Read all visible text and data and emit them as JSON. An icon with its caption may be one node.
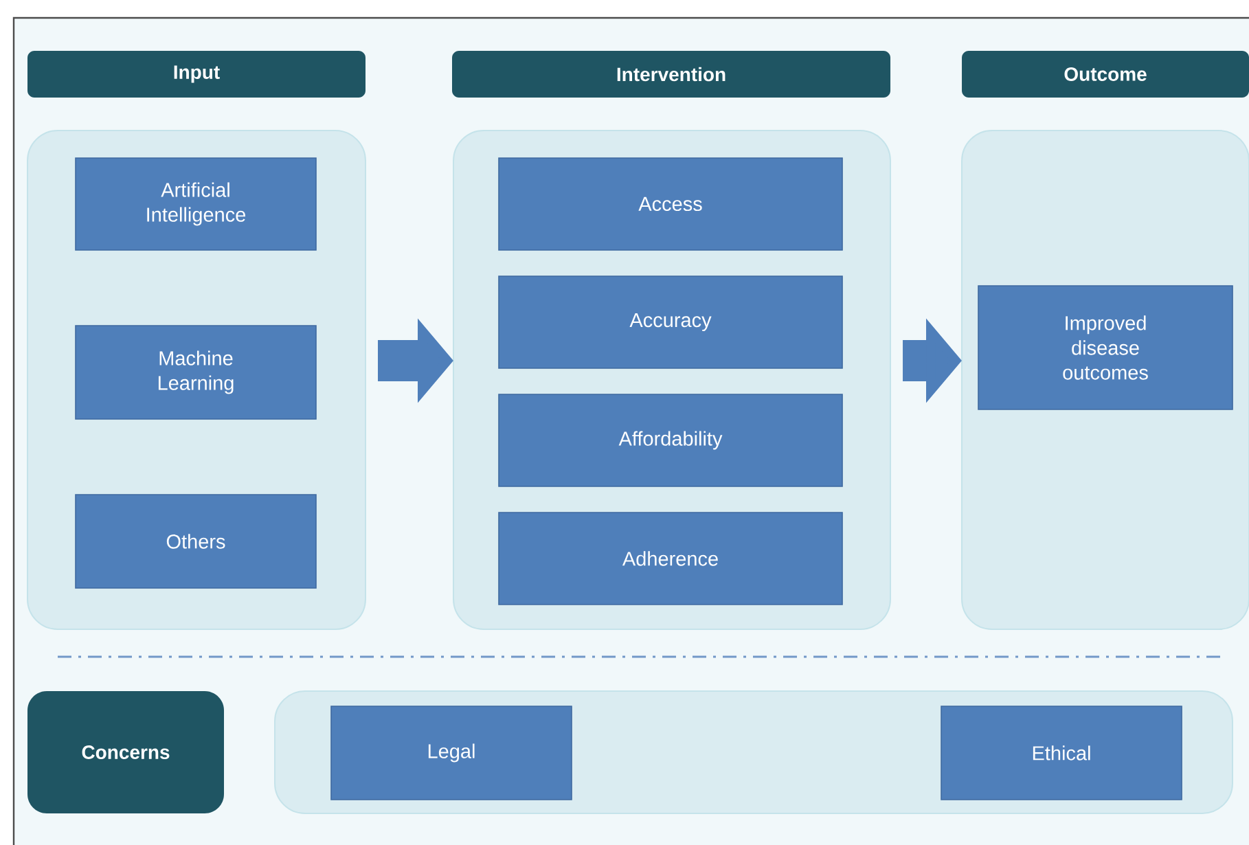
{
  "diagram": {
    "nodes": [
      {
        "text": [
          "Input"
        ]
      },
      {
        "text": [
          "Intervention"
        ]
      },
      {
        "text": [
          "Outcome"
        ]
      },
      {
        "text": [],
        "shape": "box"
      },
      {
        "text": [
          "Artificial Intelligence"
        ],
        "in": 3
      },
      {
        "text": [
          "Machine Learning"
        ],
        "in": 3
      },
      {
        "text": [
          "Others"
        ],
        "in": 3
      },
      {
        "text": [],
        "shape": "box"
      },
      {
        "text": [
          "Access"
        ],
        "in": 7
      },
      {
        "text": [
          "Accuracy"
        ],
        "in": 7
      },
      {
        "text": [
          "Affordability"
        ],
        "in": 7
      },
      {
        "text": [
          "Adherence"
        ],
        "in": 7
      },
      {
        "text": [],
        "shape": "box"
      },
      {
        "text": [
          "Improved disease outcomes"
        ],
        "in": 12
      },
      {
        "text": [
          "Concerns"
        ]
      },
      {
        "text": [],
        "shape": "box"
      },
      {
        "text": [
          "Legal"
        ],
        "in": 15
      },
      {
        "text": [
          "Ethical"
        ],
        "in": 15
      }
    ],
    "edges": [
      {
        "from": 3,
        "to": 7,
        "arrow": "to"
      },
      {
        "from": 7,
        "to": 12,
        "arrow": "to"
      }
    ]
  }
}
